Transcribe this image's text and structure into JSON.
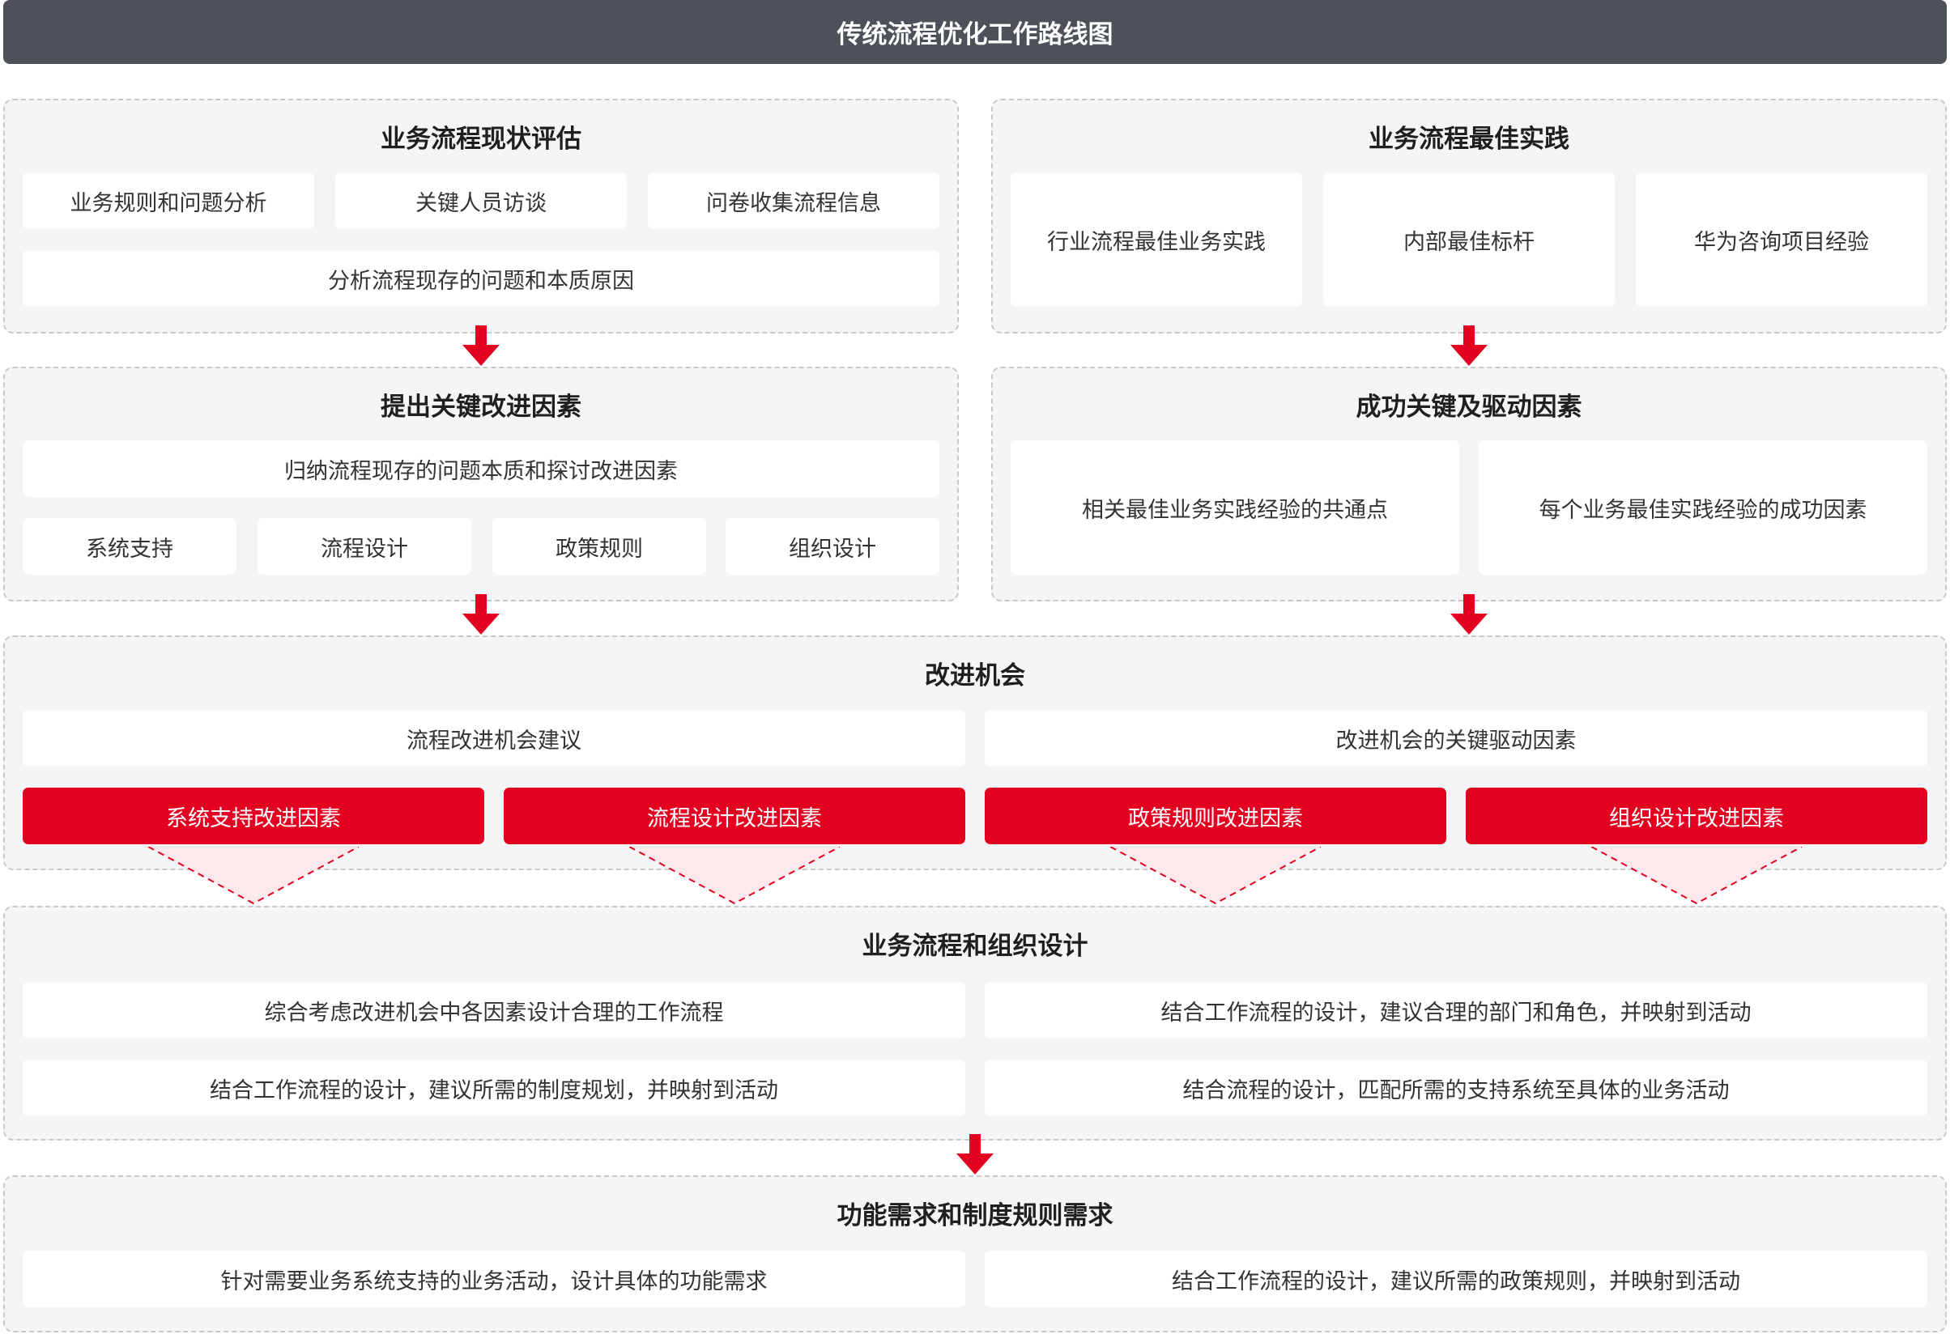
{
  "title": "传统流程优化工作路线图",
  "sections": {
    "assess": {
      "title": "业务流程现状评估",
      "items": [
        "业务规则和问题分析",
        "关键人员访谈",
        "问卷收集流程信息"
      ],
      "wide": "分析流程现存的问题和本质原因"
    },
    "best": {
      "title": "业务流程最佳实践",
      "items": [
        "行业流程最佳业务实践",
        "内部最佳标杆",
        "华为咨询项目经验"
      ]
    },
    "factors": {
      "title": "提出关键改进因素",
      "wide": "归纳流程现存的问题本质和探讨改进因素",
      "items": [
        "系统支持",
        "流程设计",
        "政策规则",
        "组织设计"
      ]
    },
    "success": {
      "title": "成功关键及驱动因素",
      "items": [
        "相关最佳业务实践经验的共通点",
        "每个业务最佳实践经验的成功因素"
      ]
    },
    "opportunity": {
      "title": "改进机会",
      "wide": [
        "流程改进机会建议",
        "改进机会的关键驱动因素"
      ],
      "red": [
        "系统支持改进因素",
        "流程设计改进因素",
        "政策规则改进因素",
        "组织设计改进因素"
      ]
    },
    "design": {
      "title": "业务流程和组织设计",
      "items": [
        "综合考虑改进机会中各因素设计合理的工作流程",
        "结合工作流程的设计，建议合理的部门和角色，并映射到活动",
        "结合工作流程的设计，建议所需的制度规划，并映射到活动",
        "结合流程的设计，匹配所需的支持系统至具体的业务活动"
      ]
    },
    "requirements": {
      "title": "功能需求和制度规则需求",
      "items": [
        "针对需要业务系统支持的业务活动，设计具体的功能需求",
        "结合工作流程的设计，建议所需的政策规则，并映射到活动"
      ]
    }
  },
  "colors": {
    "title_bg": "#4d5159",
    "panel_bg": "#f4f5f6",
    "accent_red": "#e30020",
    "arrow_red": "#e30020"
  },
  "icons": [
    "arrow-down-icon",
    "funnel-triangle"
  ]
}
